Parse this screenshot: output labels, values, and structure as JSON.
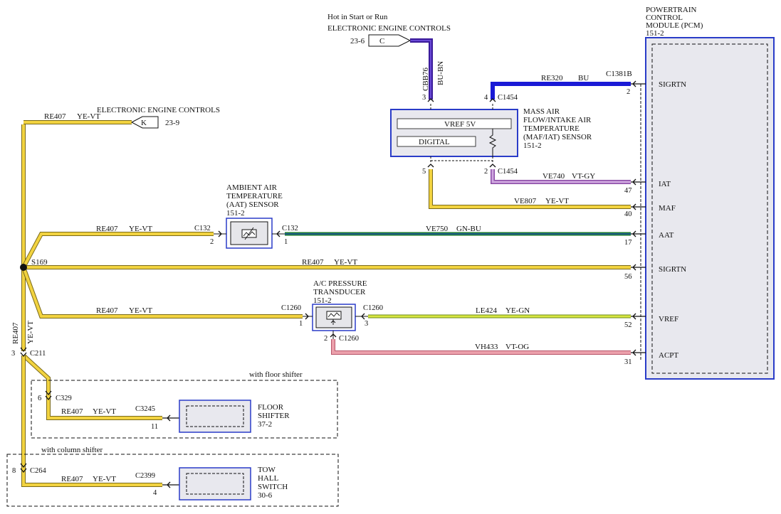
{
  "top_feed": {
    "note": "Hot in Start or Run",
    "ref_title": "ELECTRONIC ENGINE CONTROLS",
    "ref_page": "23-6",
    "connector_letter": "C",
    "circuit": "CBB76",
    "color": "BU-BN",
    "pin": "3"
  },
  "left_feed": {
    "ref_title": "ELECTRONIC ENGINE CONTROLS",
    "ref_page": "23-9",
    "connector_letter": "K",
    "circuit": "RE407",
    "color": "YE-VT"
  },
  "maf": {
    "title_lines": [
      "MASS AIR",
      "FLOW/INTAKE AIR",
      "TEMPERATURE",
      "(MAF/IAT) SENSOR",
      "151-2"
    ],
    "inner_vref": "VREF 5V",
    "inner_digital": "DIGITAL",
    "conn_top": "C1454",
    "conn_bottom": "C1454",
    "pin_top_left": "3",
    "pin_top_right": "4",
    "pin_bottom_left": "5",
    "pin_bottom_right": "2"
  },
  "pcm": {
    "title_lines": [
      "POWERTRAIN",
      "CONTROL",
      "MODULE (PCM)",
      "151-2"
    ],
    "connector": "C1381B",
    "pins": [
      {
        "label": "SIGRTN",
        "pin": "2"
      },
      {
        "label": "IAT",
        "pin": "47"
      },
      {
        "label": "MAF",
        "pin": "40"
      },
      {
        "label": "AAT",
        "pin": "17"
      },
      {
        "label": "SIGRTN",
        "pin": "56"
      },
      {
        "label": "VREF",
        "pin": "52"
      },
      {
        "label": "ACPT",
        "pin": "31"
      }
    ]
  },
  "wires": {
    "re320": {
      "circuit": "RE320",
      "color": "BU"
    },
    "ve740": {
      "circuit": "VE740",
      "color": "VT-GY"
    },
    "ve807": {
      "circuit": "VE807",
      "color": "YE-VT"
    },
    "ve750": {
      "circuit": "VE750",
      "color": "GN-BU"
    },
    "re407_main": {
      "circuit": "RE407",
      "color": "YE-VT"
    },
    "re407_aat": {
      "circuit": "RE407",
      "color": "YE-VT"
    },
    "re407_ac": {
      "circuit": "RE407",
      "color": "YE-VT"
    },
    "le424": {
      "circuit": "LE424",
      "color": "YE-GN"
    },
    "vh433": {
      "circuit": "VH433",
      "color": "VT-OG"
    },
    "re407_vertical": {
      "circuit": "RE407",
      "color": "YE-VT"
    },
    "re407_floor": {
      "circuit": "RE407",
      "color": "YE-VT"
    },
    "re407_tow": {
      "circuit": "RE407",
      "color": "YE-VT"
    }
  },
  "aat": {
    "title_lines": [
      "AMBIENT AIR",
      "TEMPERATURE",
      "(AAT) SENSOR",
      "151-2"
    ],
    "conn_left": "C132",
    "conn_right": "C132",
    "pin_left": "2",
    "pin_right": "1"
  },
  "acp": {
    "title_lines": [
      "A/C PRESSURE",
      "TRANSDUCER",
      "151-2"
    ],
    "conn_left": "C1260",
    "conn_right": "C1260",
    "conn_bottom": "C1260",
    "pin_left": "1",
    "pin_right": "3",
    "pin_bottom": "2"
  },
  "splice": {
    "label": "S169"
  },
  "c211": {
    "label": "C211",
    "pin": "3"
  },
  "floor": {
    "group_label": "with floor shifter",
    "conn": "C329",
    "conn_pin": "6",
    "device_conn": "C3245",
    "device_pin": "11",
    "title_lines": [
      "FLOOR",
      "SHIFTER",
      "37-2"
    ]
  },
  "column": {
    "group_label": "with column shifter",
    "conn": "C264",
    "conn_pin": "8",
    "device_conn": "C2399",
    "device_pin": "4",
    "title_lines": [
      "TOW",
      "HALL",
      "SWITCH",
      "30-6"
    ]
  },
  "colors": {
    "yellow": "#f2d340",
    "yellow_edge": "#7a6a1a",
    "blue": "#1a1ad6",
    "blue_bn": "#2b1fa0",
    "violet_gray": "#b07ac8",
    "green": "#1c7a2e",
    "green_blue": "#1d5c8a",
    "yellow_green": "#b8d63a",
    "pink": "#e88a96",
    "module_blue": "#2a3cc8"
  }
}
